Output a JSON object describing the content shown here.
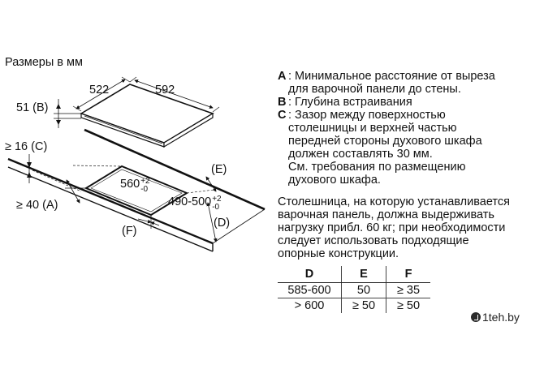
{
  "diagram": {
    "units_label": "Размеры в мм",
    "dim_width": "522",
    "dim_depth": "592",
    "dim_b": "51 (B)",
    "dim_c": "≥ 16 (C)",
    "dim_a": "≥ 40 (A)",
    "cutout_width": "560",
    "cutout_width_tol_plus": "+2",
    "cutout_width_tol_minus": "-0",
    "cutout_depth": "490-500",
    "cutout_depth_tol_plus": "+2",
    "cutout_depth_tol_minus": "-0",
    "label_e": "(E)",
    "label_d": "(D)",
    "label_f": "(F)"
  },
  "descriptions": [
    {
      "key": "A",
      "text": ": Минимальное расстояние от выреза\n  для варочной панели до стены."
    },
    {
      "key": "B",
      "text": ": Глубина встраивания"
    },
    {
      "key": "C",
      "text": ": Зазор между поверхностью\n  столешницы и верхней частью\n  передней стороны духового шкафа\n  должен составлять 30 мм.\n  См. требования по размещению\n  духового шкафа."
    }
  ],
  "note": "Столешница, на которую устанавливается\nварочная панель, должна выдерживать\nнагрузку прибл. 60 кг; при необходимости\nследует использовать подходящие\nопорные конструкции.",
  "table": {
    "headers": [
      "D",
      "E",
      "F"
    ],
    "rows": [
      [
        "585-600",
        "50",
        "≥ 35"
      ],
      [
        "> 600",
        "≥ 50",
        "≥ 50"
      ]
    ]
  },
  "watermark": "1teh.by"
}
